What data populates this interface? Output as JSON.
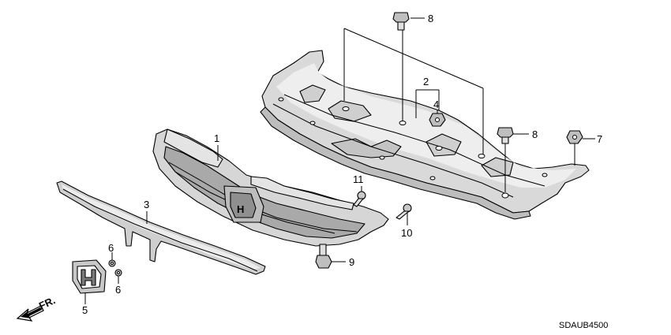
{
  "diagram_code": "SDAUB4500",
  "direction_label": "FR.",
  "callouts": {
    "c1": "1",
    "c2": "2",
    "c3": "3",
    "c4": "4",
    "c5": "5",
    "c6a": "6",
    "c6b": "6",
    "c7": "7",
    "c8a": "8",
    "c8b": "8",
    "c9": "9",
    "c10": "10",
    "c11": "11"
  }
}
